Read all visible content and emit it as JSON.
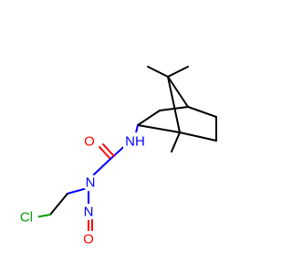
{
  "colors": {
    "carbon": "#000000",
    "nitrogen": "#0000ff",
    "oxygen": "#ff0000",
    "chlorine": "#00a000",
    "background": "#ffffff"
  },
  "atom_labels": {
    "o_carbonyl": "O",
    "nh": "NH",
    "n_urea": "N",
    "n_nitroso": "N",
    "o_nitroso": "O",
    "cl": "Cl"
  }
}
